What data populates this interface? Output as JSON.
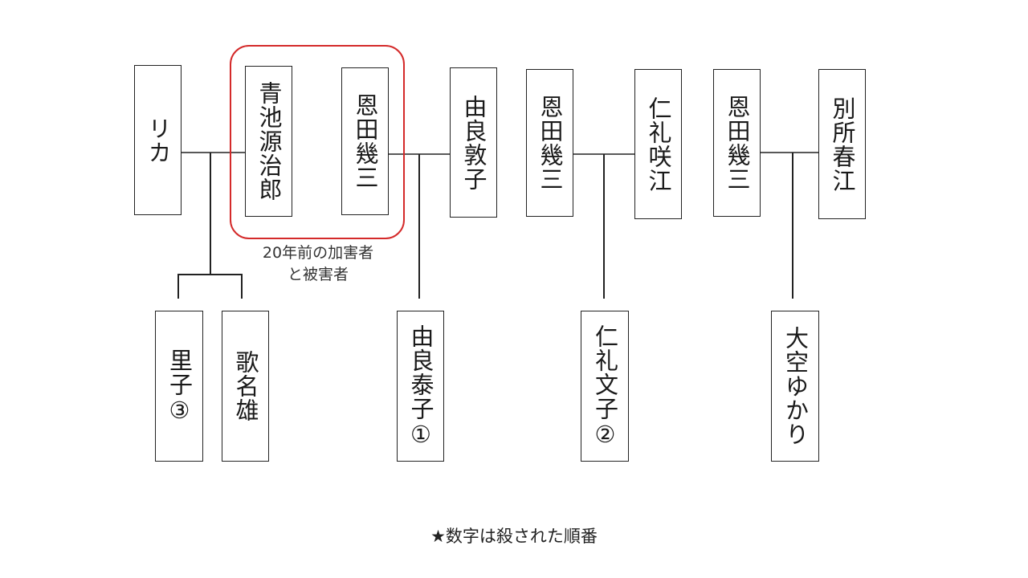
{
  "people": {
    "rika": "リカ",
    "aoike_genjiro": "青池源治郎",
    "onda_ikuzo_1": "恩田幾三",
    "yura_atsuko": "由良敦子",
    "onda_ikuzo_2": "恩田幾三",
    "nire_sakie": "仁礼咲江",
    "onda_ikuzo_3": "恩田幾三",
    "bessho_harue": "別所春江",
    "satoko": "里子③",
    "kanao": "歌名雄",
    "yura_yasuko": "由良泰子①",
    "nire_fumiko": "仁礼文子②",
    "ozora_yukari": "大空ゆかり"
  },
  "highlight_caption_line1": "20年前の加害者",
  "highlight_caption_line2": "と被害者",
  "note": "★数字は殺された順番",
  "colors": {
    "highlight": "#d42a2a",
    "line": "#222222"
  }
}
